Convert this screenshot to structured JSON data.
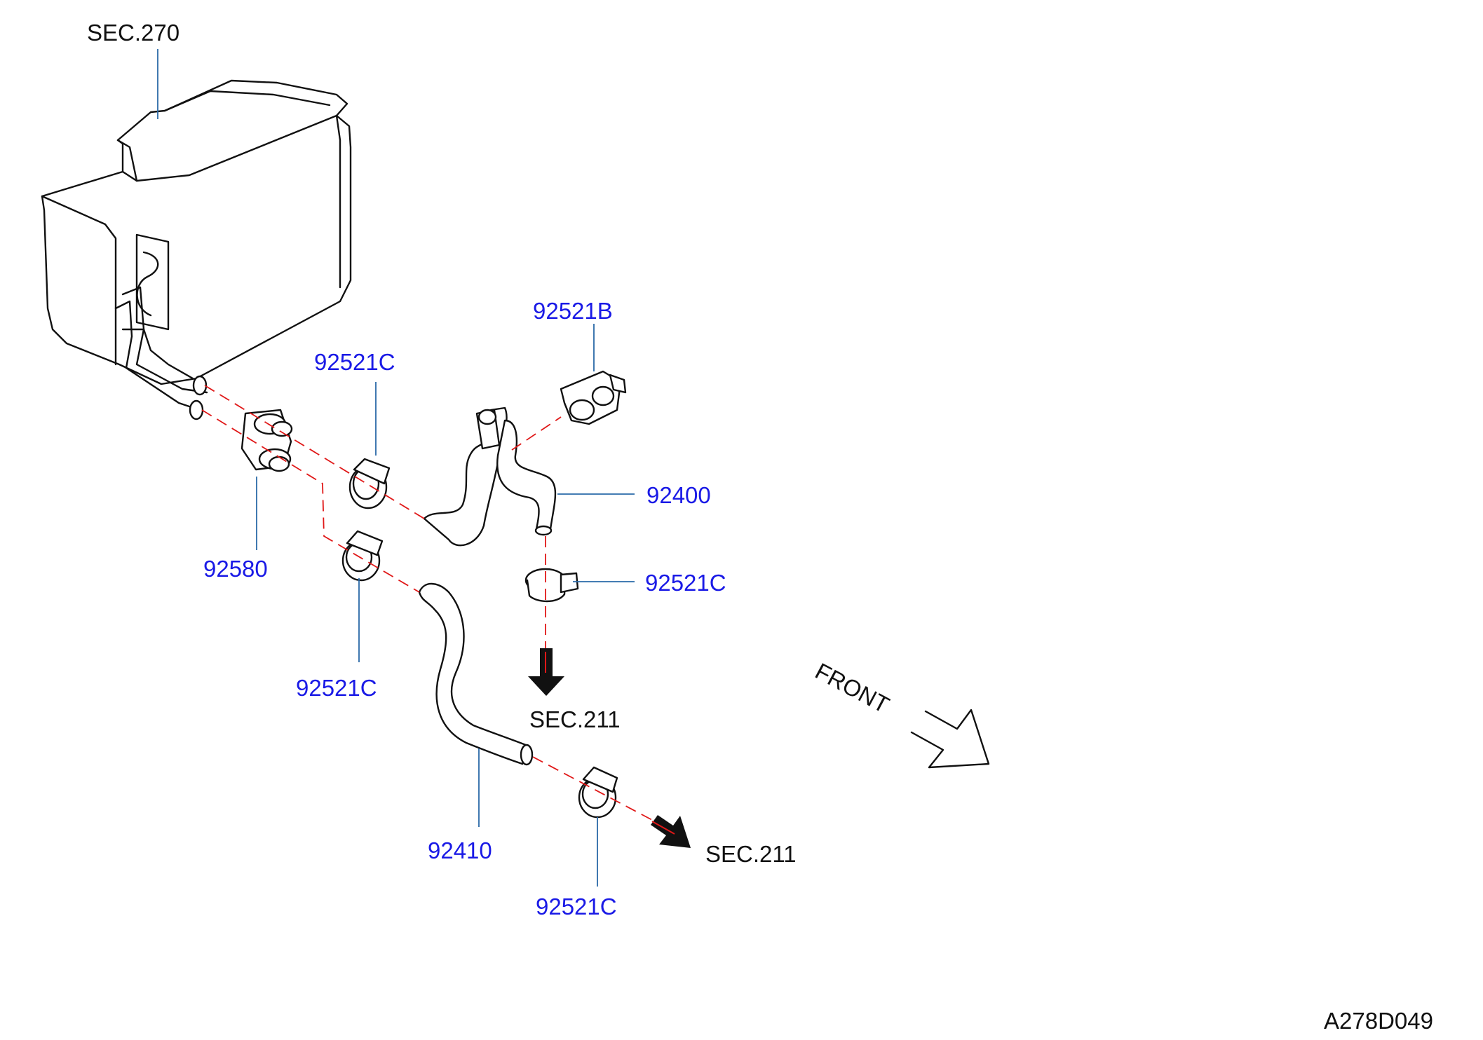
{
  "labels": {
    "sec270": "SEC.270",
    "p92521b": "92521B",
    "p92521c_a": "92521C",
    "p92400": "92400",
    "p92521c_b": "92521C",
    "p92580": "92580",
    "p92521c_c": "92521C",
    "sec211_a": "SEC.211",
    "p92410": "92410",
    "sec211_b": "SEC.211",
    "p92521c_d": "92521C",
    "front": "FRONT",
    "diagram_id": "A278D049"
  },
  "colors": {
    "part_number_text": "#1a1ae6",
    "section_text": "#111111",
    "leader_line": "#2a6aa8",
    "centerline": "#e01818"
  }
}
